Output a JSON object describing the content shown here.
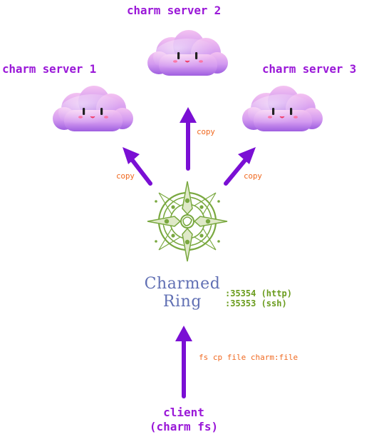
{
  "servers": [
    {
      "label": "charm server 1"
    },
    {
      "label": "charm server 2"
    },
    {
      "label": "charm server 3"
    }
  ],
  "copy_labels": [
    "copy",
    "copy",
    "copy"
  ],
  "ring": {
    "title_line1": "Charmed",
    "title_line2": "Ring",
    "port_http": ":35354 (http)",
    "port_ssh": ":35353 (ssh)"
  },
  "command_label": "fs cp file charm:file",
  "client": {
    "line1": "client",
    "line2": "(charm fs)"
  },
  "colors": {
    "arrow": "#7a0fd4",
    "title": "#9a18d8",
    "copy": "#f06a22",
    "ring_text": "#6170b4",
    "ports": "#6a9c1d",
    "emblem": "#79a83f",
    "cloud_top": "#efb6ee",
    "cloud_bottom": "#a45fe0"
  },
  "icons": {
    "cloud": "cloud-icon",
    "emblem": "magic-circle-icon"
  }
}
